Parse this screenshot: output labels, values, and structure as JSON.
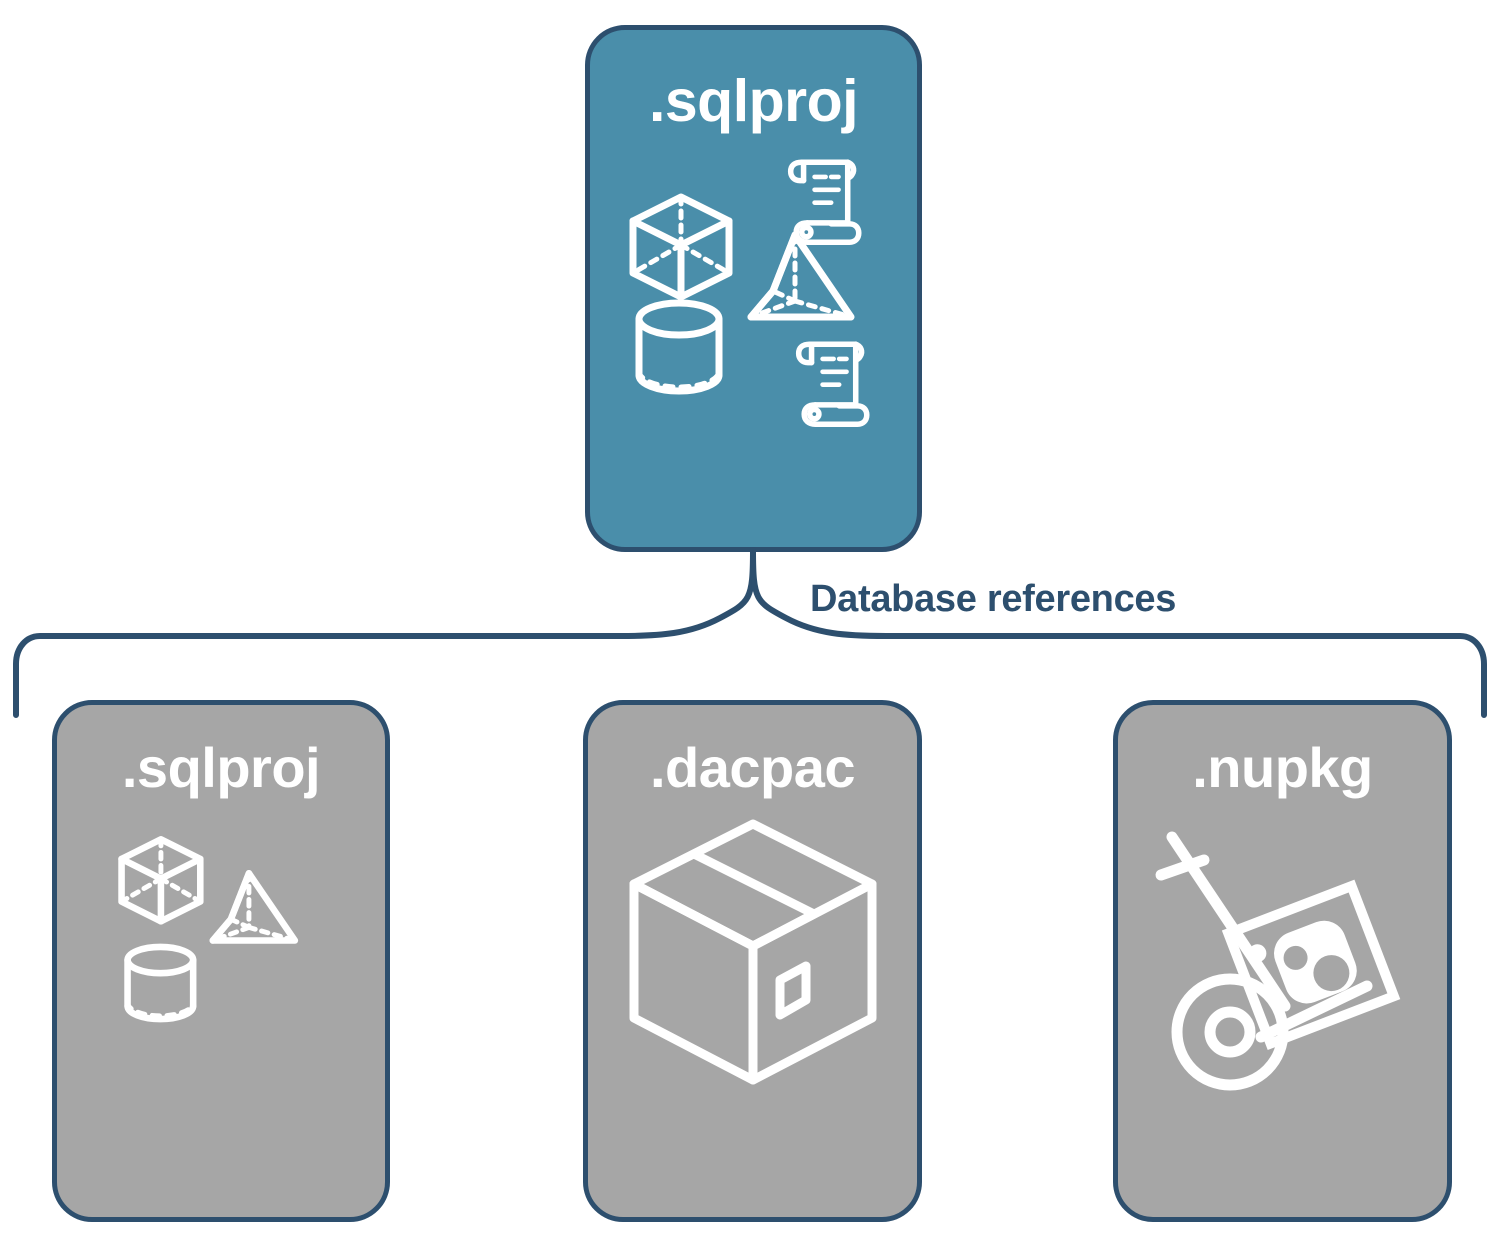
{
  "diagram": {
    "title": "Database references",
    "colors": {
      "primary_fill": "#4a8eaa",
      "secondary_fill": "#a6a6a6",
      "stroke": "#2d4f6e",
      "icon": "#ffffff",
      "background": "#ffffff"
    },
    "connector": {
      "label": "Database references",
      "style": "curly-brace",
      "direction": "top-to-bottom"
    },
    "root": {
      "label": ".sqlproj",
      "fill": "primary",
      "icons": [
        "scroll-icon",
        "cube-icon",
        "pyramid-icon",
        "cylinder-icon",
        "scroll-icon"
      ]
    },
    "children": [
      {
        "label": ".sqlproj",
        "fill": "secondary",
        "icons": [
          "cube-icon",
          "pyramid-icon",
          "cylinder-icon"
        ]
      },
      {
        "label": ".dacpac",
        "fill": "secondary",
        "icons": [
          "package-box-icon"
        ]
      },
      {
        "label": ".nupkg",
        "fill": "secondary",
        "icons": [
          "hand-truck-icon",
          "nuget-package-icon"
        ]
      }
    ]
  }
}
